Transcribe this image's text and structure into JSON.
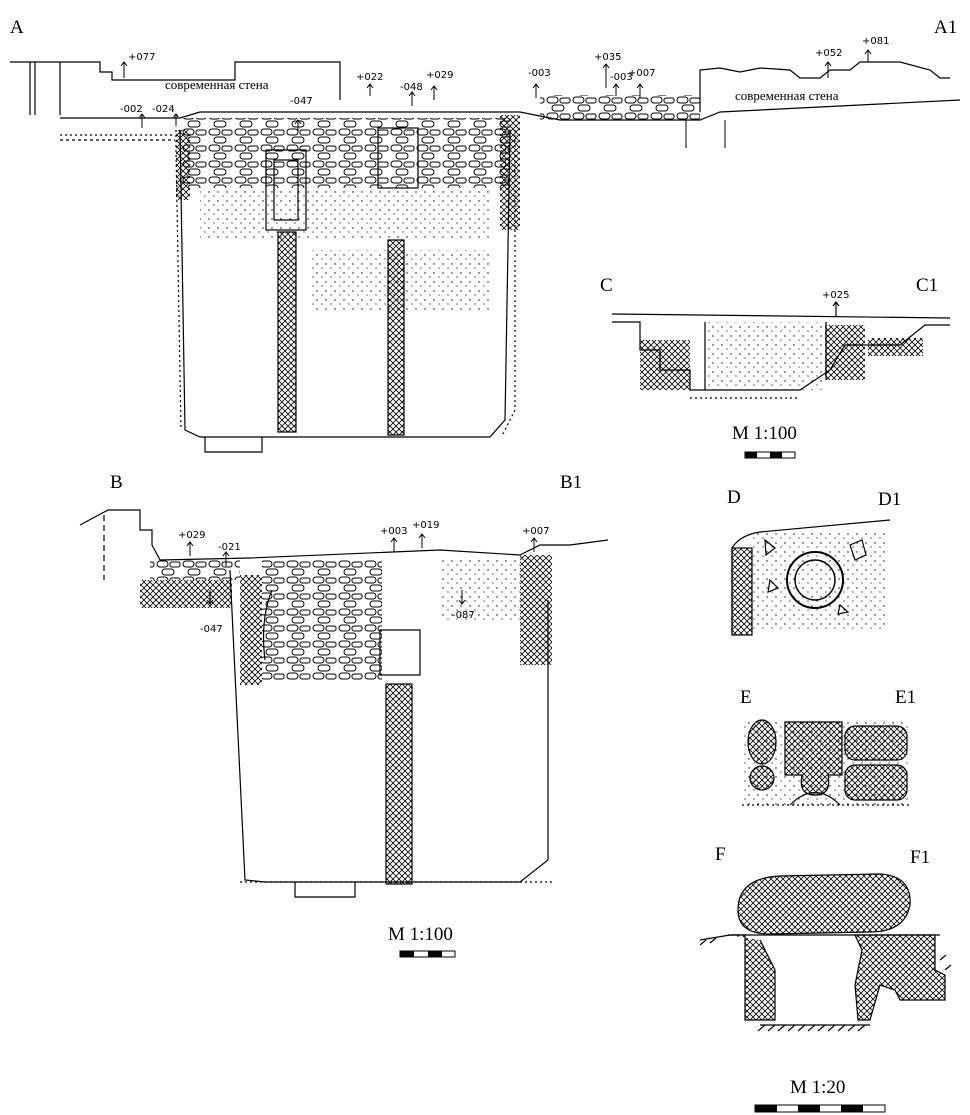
{
  "sections": {
    "A": "A",
    "A1": "A1",
    "B": "B",
    "B1": "B1",
    "C": "C",
    "C1": "C1",
    "D": "D",
    "D1": "D1",
    "E": "E",
    "E1": "E1",
    "F": "F",
    "F1": "F1"
  },
  "labels": {
    "modern_wall": "современная стена"
  },
  "elevations": {
    "a_p077": "+077",
    "a_m002": "-002",
    "a_m024": "-024",
    "a_m047": "-047",
    "a_p022": "+022",
    "a_m048": "-048",
    "a_p029": "+029",
    "a_m003": "-003",
    "a_p035": "+035",
    "a_m003b": "-003",
    "a_p007": "+007",
    "a_p052": "+052",
    "a_p081": "+081",
    "b_p029": "+029",
    "b_m021": "-021",
    "b_m047": "-047",
    "b_p003": "+003",
    "b_p019": "+019",
    "b_p007": "+007",
    "b_m087": "-087",
    "c_p025": "+025"
  },
  "scales": {
    "c_scale": "M 1:100",
    "b_scale": "M 1:100",
    "f_scale": "M 1:20"
  }
}
